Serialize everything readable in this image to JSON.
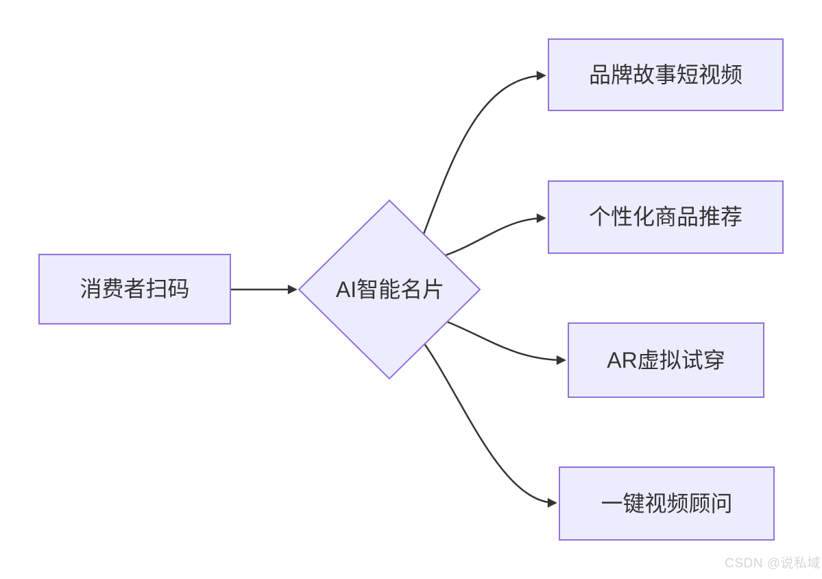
{
  "colors": {
    "background": "#ffffff",
    "node-fill": "#ececff",
    "node-border": "#9370db",
    "edge": "#333333",
    "text": "#333333",
    "watermark": "#d6d6d6"
  },
  "diagram": {
    "type": "flowchart",
    "direction": "left-to-right",
    "nodes": [
      {
        "id": "start",
        "label": "消费者扫码",
        "shape": "rectangle"
      },
      {
        "id": "card",
        "label": "AI智能名片",
        "shape": "diamond"
      },
      {
        "id": "video",
        "label": "品牌故事短视频",
        "shape": "rectangle"
      },
      {
        "id": "recommend",
        "label": "个性化商品推荐",
        "shape": "rectangle"
      },
      {
        "id": "ar",
        "label": "AR虚拟试穿",
        "shape": "rectangle"
      },
      {
        "id": "advisor",
        "label": "一键视频顾问",
        "shape": "rectangle"
      }
    ],
    "edges": [
      {
        "from": "start",
        "to": "card"
      },
      {
        "from": "card",
        "to": "video"
      },
      {
        "from": "card",
        "to": "recommend"
      },
      {
        "from": "card",
        "to": "ar"
      },
      {
        "from": "card",
        "to": "advisor"
      }
    ]
  },
  "watermark": {
    "text": "CSDN @说私域"
  }
}
